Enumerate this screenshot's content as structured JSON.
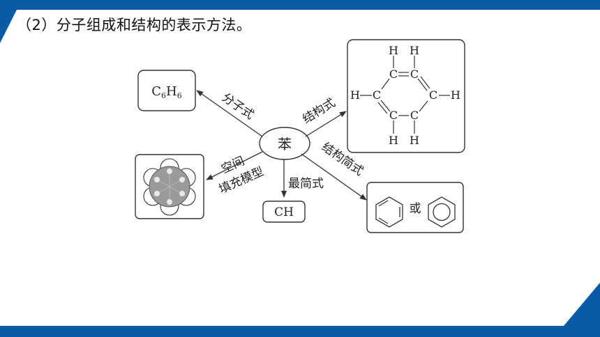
{
  "heading": "（2）分子组成和结构的表示方法。",
  "center": "苯",
  "molecular_formula": {
    "base": "C",
    "sub1": "6",
    "mid": "H",
    "sub2": "6"
  },
  "simplest_formula": "CH",
  "labels": {
    "molecular": "分子式",
    "structural": "结构式",
    "condensed": "结构简式",
    "simplest": "最简式",
    "model_line1": "空间",
    "model_line2": "填充模型"
  },
  "structural_formula": {
    "carbon": "C",
    "hydrogen": "H"
  },
  "condensed_or": "或",
  "colors": {
    "bar": "#0a5aa8",
    "line": "#333333",
    "model_fill": "#9a9a9a"
  }
}
